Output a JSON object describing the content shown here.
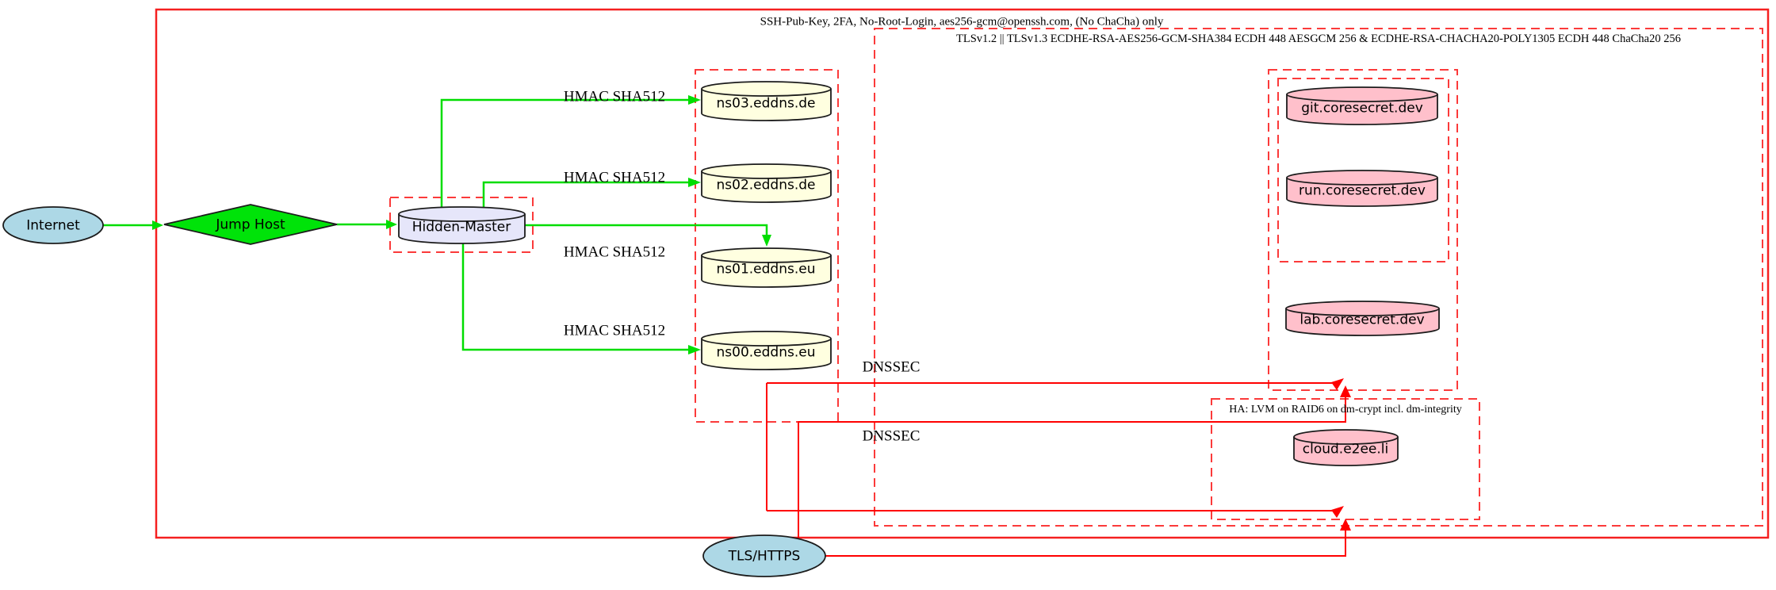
{
  "diagram": {
    "type": "network-security-architecture-diagram",
    "background": "#ffffff"
  },
  "colors": {
    "red_solid_boundary": "#f52020",
    "red_dashed_cluster": "#fb3a3a",
    "red_edge": "#ff0000",
    "green_edge": "#00dd00",
    "green_node_fill": "#00e309",
    "node_outline": "#1c1c1c",
    "lightblue_node_fill": "#add8e6",
    "lavender_node_fill": "#e6e6fa",
    "lightyellow_node_fill": "#ffffe0",
    "pink_node_fill": "#ffc0cb",
    "label_text": "#000000"
  },
  "clusters": {
    "ssh_boundary": {
      "label": "SSH-Pub-Key, 2FA, No-Root-Login, aes256-gcm@openssh.com, (No ChaCha) only",
      "border": "solid red"
    },
    "tls_zone": {
      "label": "TLSv1.2 || TLSv1.3 ECDHE-RSA-AES256-GCM-SHA384 ECDH 448 AESGCM 256 & ECDHE-RSA-CHACHA20-POLY1305 ECDH 448 ChaCha20 256",
      "border": "dashed red"
    },
    "hidden_master_zone": {
      "label": "",
      "border": "dashed red"
    },
    "eddns_zone": {
      "label": "",
      "border": "dashed red"
    },
    "coresecret_outer_zone": {
      "label": "",
      "border": "dashed red"
    },
    "coresecret_inner_zone": {
      "label": "",
      "border": "dashed red"
    },
    "ha_zone": {
      "label": "HA: LVM on RAID6 on dm-crypt incl. dm-integrity",
      "border": "dashed red"
    }
  },
  "nodes": {
    "internet": {
      "label": "Internet",
      "shape": "ellipse"
    },
    "jump_host": {
      "label": "Jump Host",
      "shape": "diamond"
    },
    "hidden_master": {
      "label": "Hidden-Master",
      "shape": "cylinder"
    },
    "ns03": {
      "label": "ns03.eddns.de",
      "shape": "cylinder"
    },
    "ns02": {
      "label": "ns02.eddns.de",
      "shape": "cylinder"
    },
    "ns01": {
      "label": "ns01.eddns.eu",
      "shape": "cylinder"
    },
    "ns00": {
      "label": "ns00.eddns.eu",
      "shape": "cylinder"
    },
    "git": {
      "label": "git.coresecret.dev",
      "shape": "cylinder"
    },
    "run": {
      "label": "run.coresecret.dev",
      "shape": "cylinder"
    },
    "lab": {
      "label": "lab.coresecret.dev",
      "shape": "cylinder"
    },
    "cloud": {
      "label": "cloud.e2ee.li",
      "shape": "cylinder"
    },
    "tls_https": {
      "label": "TLS/HTTPS",
      "shape": "ellipse"
    }
  },
  "edge_labels": {
    "hmac": [
      "HMAC SHA512",
      "HMAC SHA512",
      "HMAC SHA512",
      "HMAC SHA512"
    ],
    "dnssec": [
      "DNSSEC",
      "DNSSEC"
    ]
  }
}
